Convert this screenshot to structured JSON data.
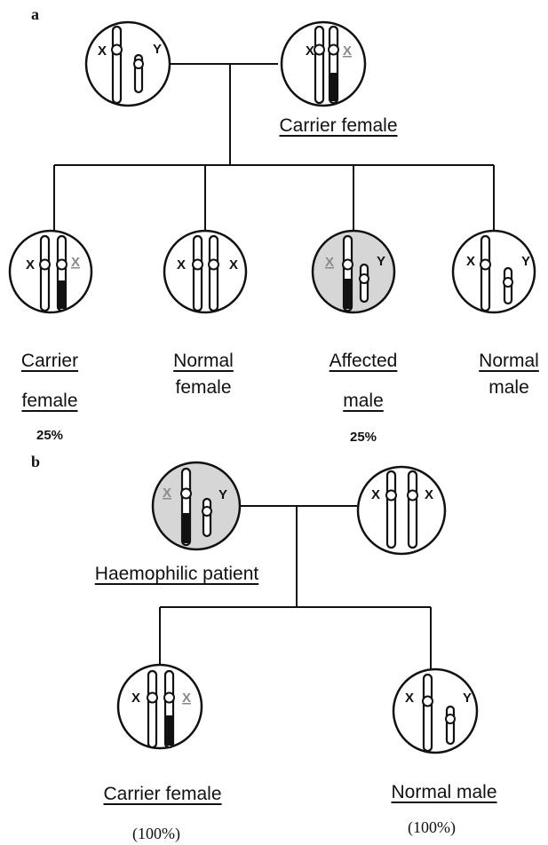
{
  "chromosomes": {
    "x": "X",
    "y": "Y"
  },
  "colors": {
    "affected_cell_fill": "#d6d6d6",
    "affected_x_letter": "#8a8a8a",
    "line": "#111111"
  },
  "panel_a": {
    "label": "a",
    "mother_label": "Carrier female",
    "offspring": [
      {
        "line1": "Carrier",
        "line2": "female",
        "pct": "25%"
      },
      {
        "line1": "Normal",
        "line2": "female"
      },
      {
        "line1": "Affected",
        "line2": "male",
        "pct": "25%"
      },
      {
        "line1": "Normal",
        "line2": "male"
      }
    ]
  },
  "panel_b": {
    "label": "b",
    "father_label": "Haemophilic patient",
    "offspring": [
      {
        "label": "Carrier female",
        "pct": "(100%)"
      },
      {
        "label": "Normal male",
        "pct": "(100%)"
      }
    ]
  }
}
